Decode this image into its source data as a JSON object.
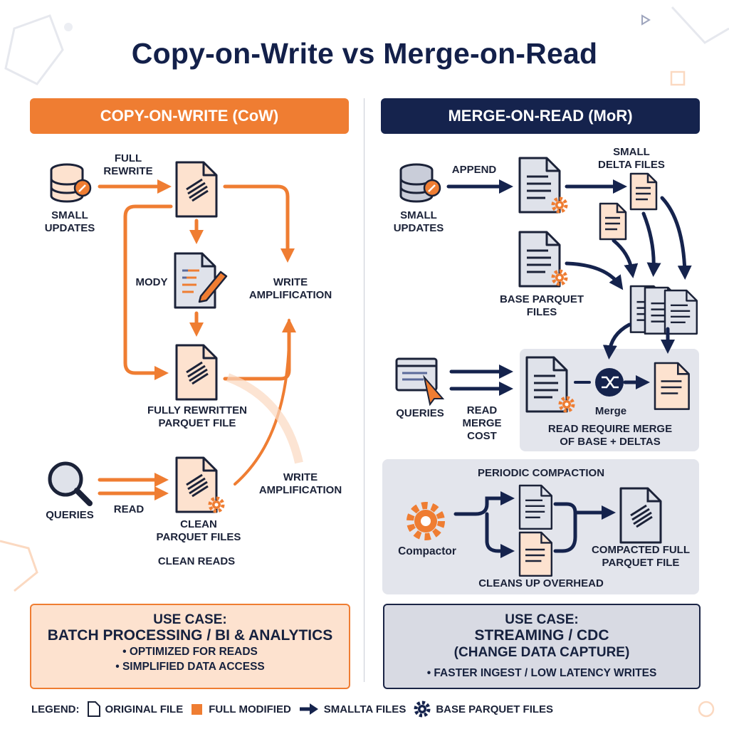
{
  "title": "Copy-on-Write vs Merge-on-Read",
  "cow": {
    "banner": "COPY-ON-WRITE (CoW)",
    "source_label": "SMALL\nUPDATES",
    "full_rewrite_label": "FULL\nREWRITE",
    "modify_label": "MODY",
    "write_amp_label_1": "WRITE\nAMPLIFICATION",
    "rewritten_label": "FULLY REWRITTEN\nPARQUET FILE",
    "queries_label": "QUERIES",
    "read_label": "READ",
    "write_amp_label_2": "WRITE\nAMPLIFICATION",
    "clean_files_label": "CLEAN\nPARQUET FILES",
    "clean_reads_label": "CLEAN READS",
    "usecase": {
      "title": "USE CASE:",
      "main": "BATCH PROCESSING / BI & ANALYTICS",
      "bullets": [
        "• OPTIMIZED FOR READS",
        "• SIMPLIFIED DATA ACCESS"
      ]
    }
  },
  "mor": {
    "banner": "MERGE-ON-READ (MoR)",
    "source_label": "SMALL\nUPDATES",
    "append_label": "APPEND",
    "delta_label": "SMALL\nDELTA FILES",
    "base_label": "BASE PARQUET\nFILES",
    "queries_label": "QUERIES",
    "read_cost_label": "READ\nMERGE\nCOST",
    "merge_label": "Merge",
    "read_require_label": "READ REQUIRE MERGE\nOF BASE + DELTAS",
    "compaction_title": "PERIODIC COMPACTION",
    "compactor_label": "Compactor",
    "compacted_label": "COMPACTED FULL\nPARQUET FILE",
    "cleans_label": "CLEANS UP OVERHEAD",
    "usecase": {
      "title": "USE CASE:",
      "main": "STREAMING / CDC",
      "sub": "(CHANGE DATA CAPTURE)",
      "bullets": [
        "• FASTER INGEST / LOW LATENCY WRITES"
      ]
    }
  },
  "legend": {
    "title": "LEGEND:",
    "items": [
      "ORIGINAL FILE",
      "FULL MODIFIED",
      "SMALLTA FILES",
      "BASE PARQUET FILES"
    ]
  },
  "colors": {
    "orange": "#ef7d32",
    "navy": "#15234d",
    "peach": "#fde2cf",
    "gray_panel": "#e3e5ec"
  }
}
